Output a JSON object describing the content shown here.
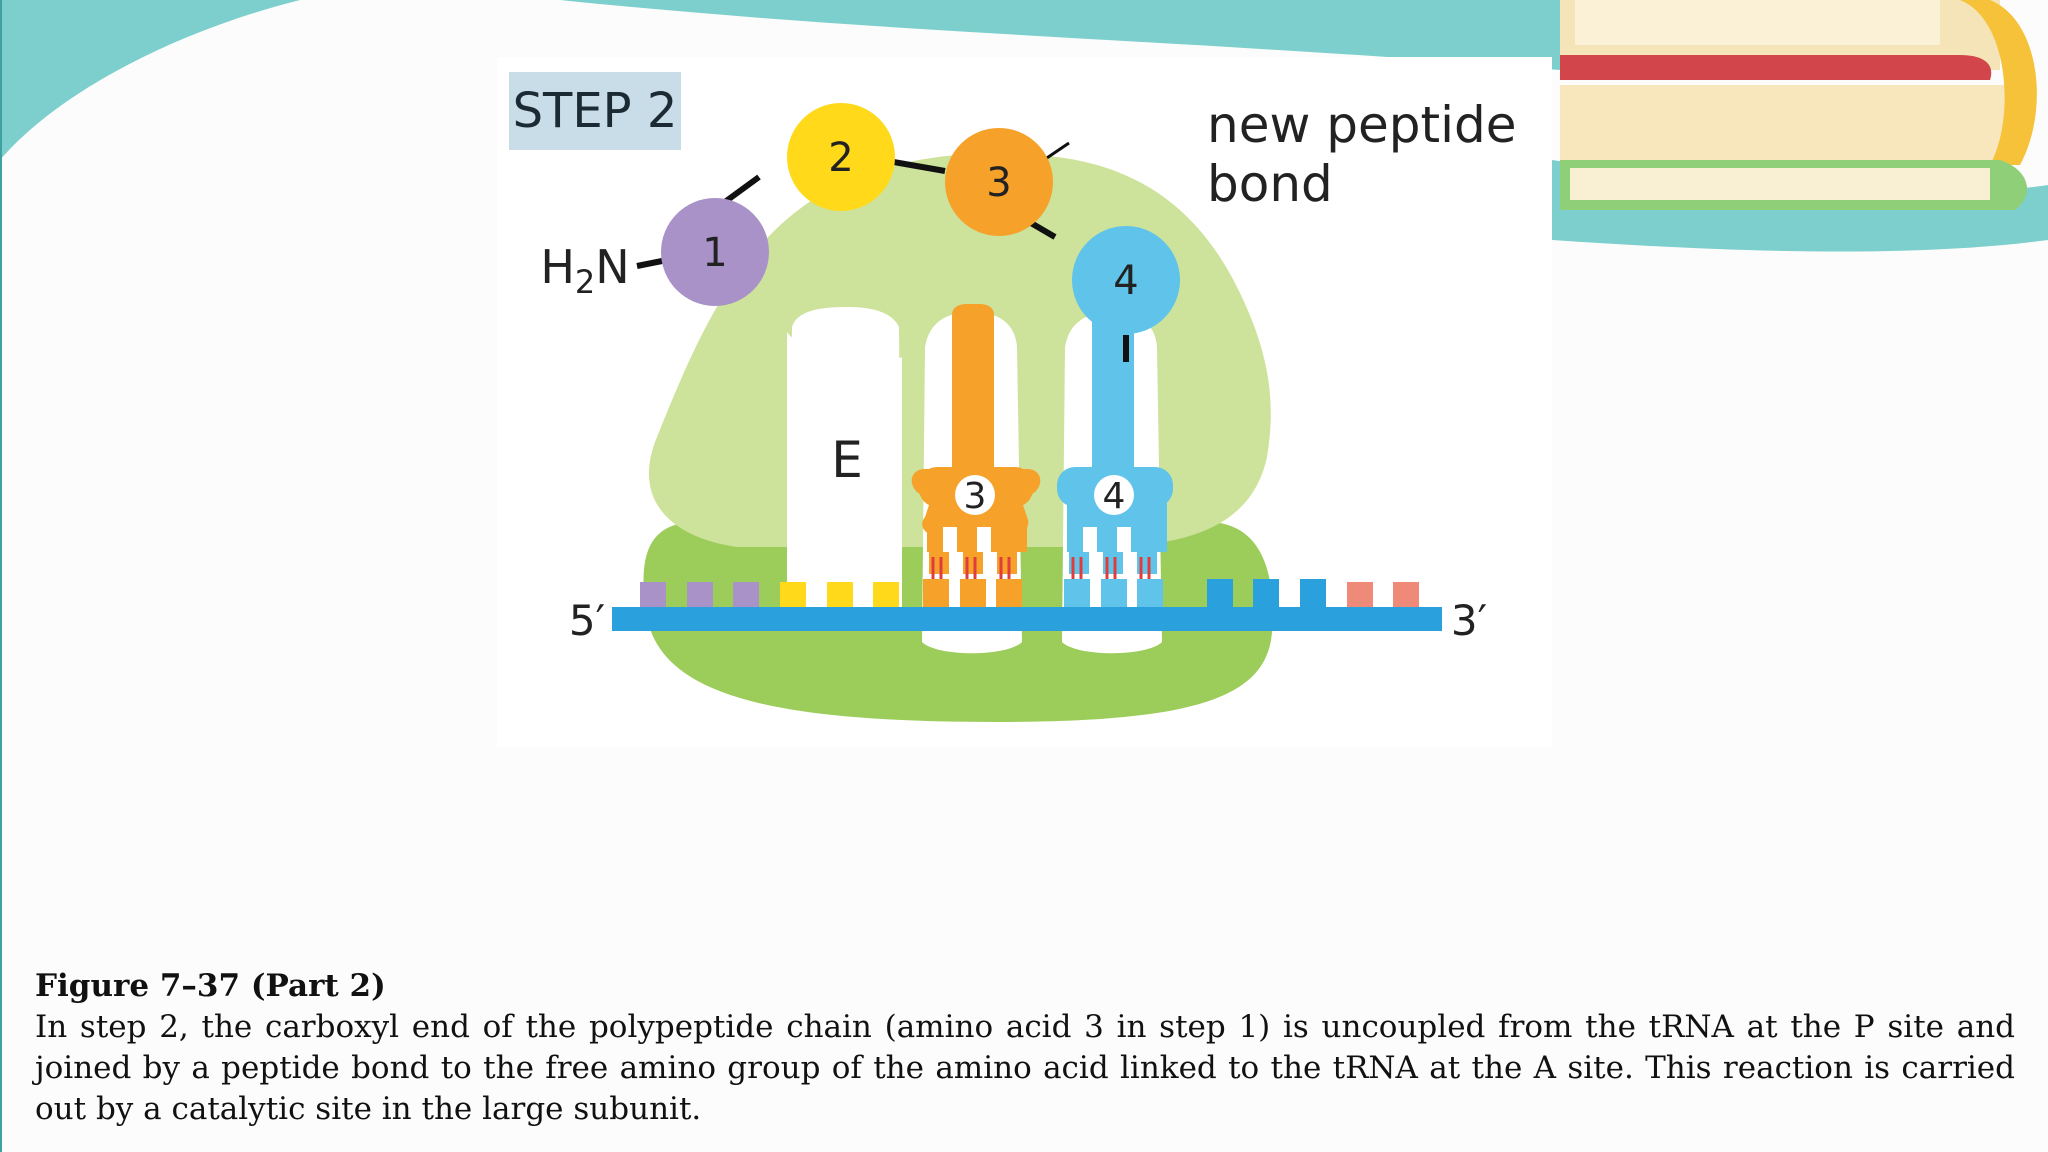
{
  "diagram": {
    "step_label": "STEP 2",
    "amino_acids": [
      {
        "label": "1",
        "color": "#a992c8"
      },
      {
        "label": "2",
        "color": "#ffd91a"
      },
      {
        "label": "3",
        "color": "#f6a12a"
      },
      {
        "label": "4",
        "color": "#5fc3ea"
      }
    ],
    "n_terminus": "H2N",
    "bond_label_line1": "new peptide",
    "bond_label_line2": "bond",
    "e_site_label": "E",
    "trna_p_label": "3",
    "trna_a_label": "4",
    "mrna_5_prime": "5′",
    "mrna_3_prime": "3′",
    "colors": {
      "ribosome_large": "#cde29a",
      "ribosome_small": "#9ccc5a",
      "mrna_backbone": "#2aa0dc",
      "step_box": "#c8dde8",
      "trna_p": "#f6a12a",
      "trna_a": "#5fc3ea",
      "teal_decor": "#7ccfcc"
    }
  },
  "caption": {
    "title": "Figure 7–37 (Part 2)",
    "text": "In step 2, the carboxyl end of the polypeptide chain (amino acid 3 in step 1) is uncoupled from the tRNA at the P site and joined by a peptide bond to the free amino group of the amino acid linked to the tRNA at the A site. This reaction is carried out by a catalytic site in the large subunit."
  }
}
